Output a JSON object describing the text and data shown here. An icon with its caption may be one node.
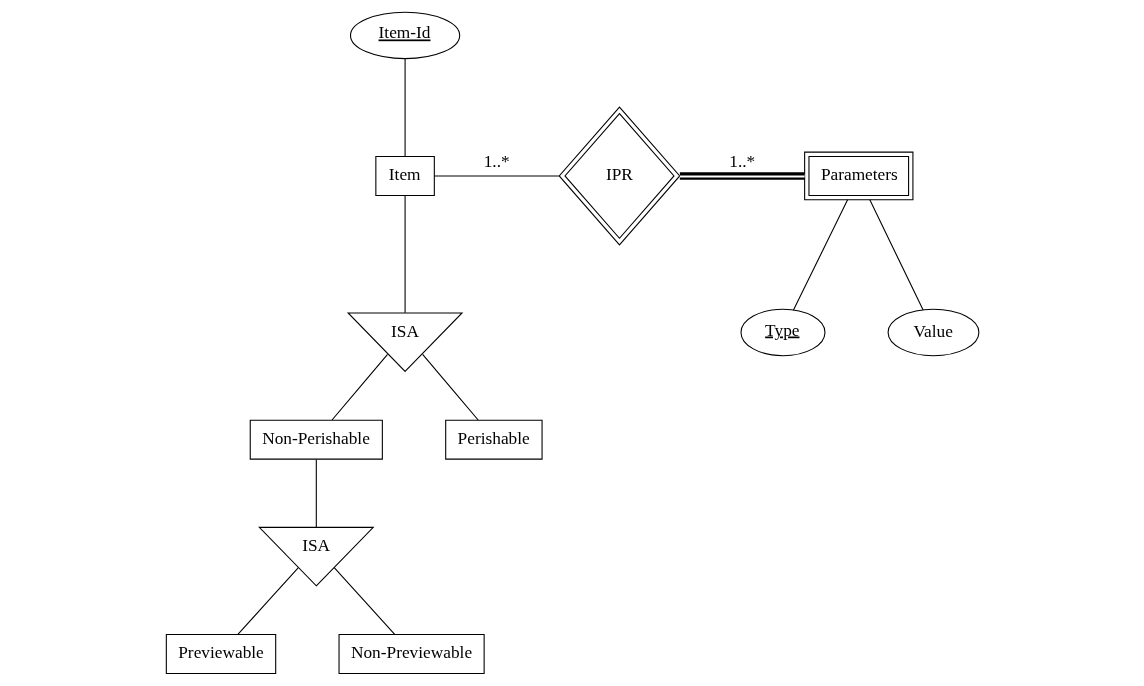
{
  "diagram": {
    "nodes": [
      {
        "text": [
          "Item-Id"
        ]
      },
      {
        "text": [
          "Item"
        ]
      },
      {
        "text": [
          "IPR"
        ]
      },
      {
        "text": [
          "Parameters"
        ]
      },
      {
        "text": [
          "Type"
        ]
      },
      {
        "text": [
          "Value"
        ]
      },
      {
        "text": [
          "ISA"
        ]
      },
      {
        "text": [
          "Non-Perishable"
        ]
      },
      {
        "text": [
          "Perishable"
        ]
      },
      {
        "text": [
          "ISA"
        ]
      },
      {
        "text": [
          "Previewable"
        ]
      },
      {
        "text": [
          "Non-Previewable"
        ]
      }
    ],
    "edges": [
      {
        "from": 0,
        "to": 1,
        "arrow": "none"
      },
      {
        "from": 1,
        "to": 2,
        "arrow": "none",
        "label": "1..*"
      },
      {
        "from": 2,
        "to": 3,
        "arrow": "none",
        "label": "1..*",
        "style": "thick"
      },
      {
        "from": 3,
        "to": 4,
        "arrow": "none"
      },
      {
        "from": 3,
        "to": 5,
        "arrow": "none"
      },
      {
        "from": 1,
        "to": 6,
        "arrow": "none"
      },
      {
        "from": 6,
        "to": 7,
        "arrow": "none"
      },
      {
        "from": 6,
        "to": 8,
        "arrow": "none"
      },
      {
        "from": 7,
        "to": 9,
        "arrow": "none"
      },
      {
        "from": 9,
        "to": 10,
        "arrow": "none"
      },
      {
        "from": 9,
        "to": 11,
        "arrow": "none"
      }
    ]
  }
}
